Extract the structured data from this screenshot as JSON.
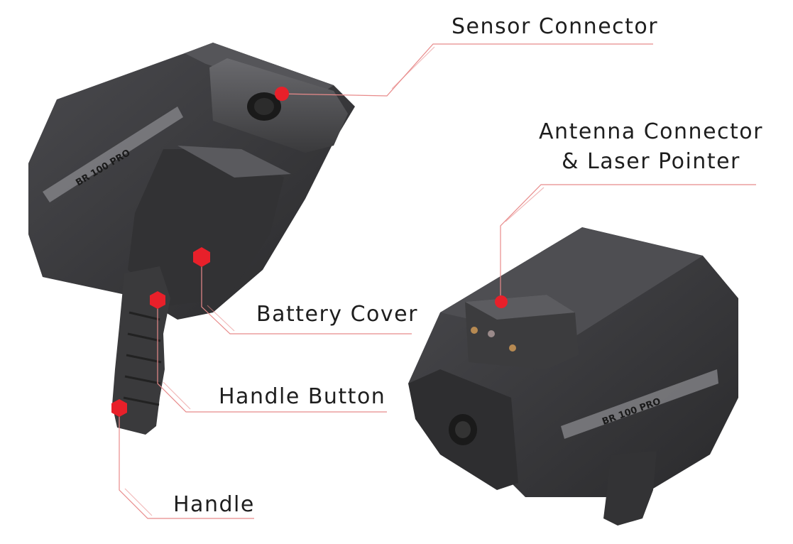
{
  "colors": {
    "background": "#ffffff",
    "device_body": "#3a3a3c",
    "device_dark": "#262628",
    "device_light": "#5a5a5e",
    "leader_line": "#e88a8a",
    "marker": "#e8202a",
    "label_text": "#1e1e1e"
  },
  "icons": {
    "marker": "red-hexagon-marker-icon",
    "connector": "circular-connector-icon"
  },
  "labels": {
    "sensor_connector": "Sensor Connector",
    "antenna_line1": "Antenna Connector",
    "antenna_line2": "& Laser Pointer",
    "battery_cover": "Battery Cover",
    "handle_button": "Handle Button",
    "handle": "Handle"
  },
  "branding": {
    "model_text": "BR 100 PRO"
  }
}
